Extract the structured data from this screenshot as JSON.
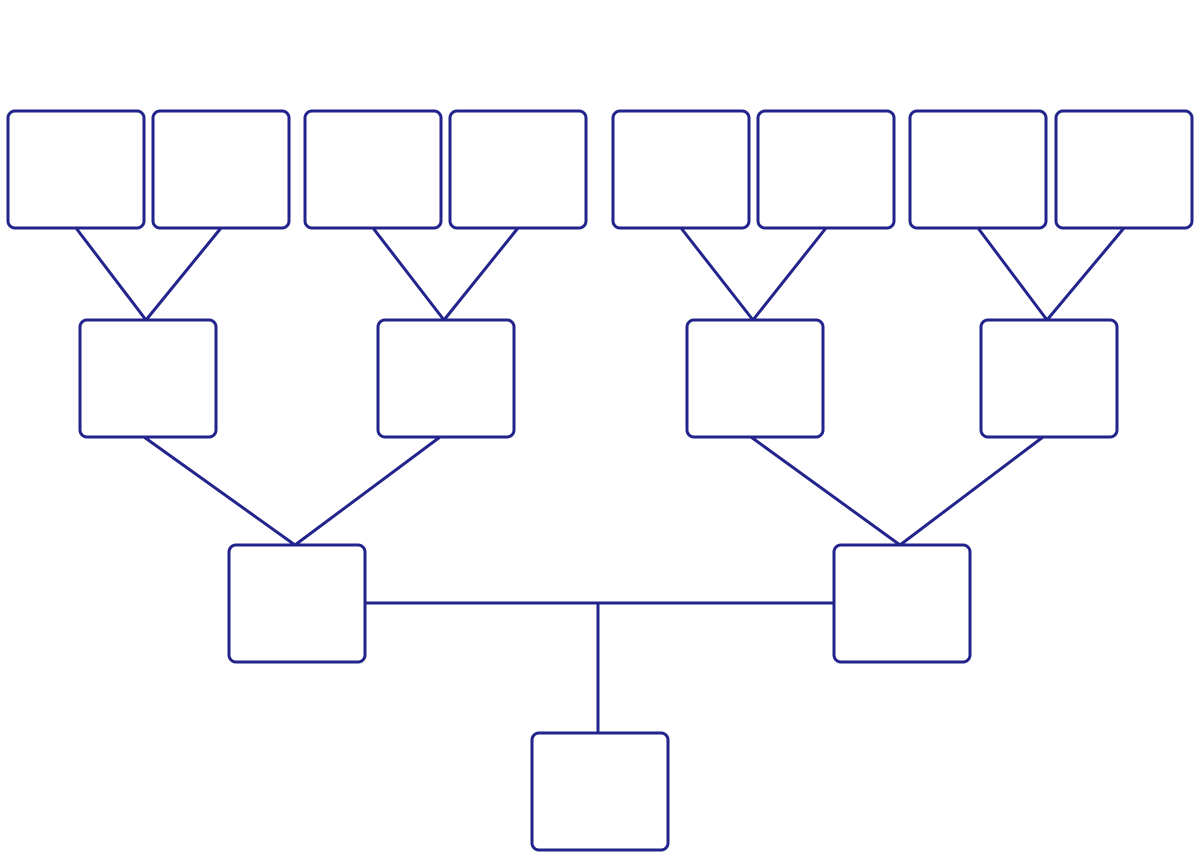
{
  "diagram": {
    "type": "family-tree-template",
    "stroke_color": "#23238c",
    "background_color": "#ffffff",
    "generations": [
      {
        "level": "self",
        "box_count": 1,
        "labels": [
          ""
        ]
      },
      {
        "level": "parents",
        "box_count": 2,
        "labels": [
          "",
          ""
        ]
      },
      {
        "level": "grandparents",
        "box_count": 4,
        "labels": [
          "",
          "",
          "",
          ""
        ]
      },
      {
        "level": "great-grandparents",
        "box_count": 8,
        "labels": [
          "",
          "",
          "",
          "",
          "",
          "",
          "",
          ""
        ]
      }
    ]
  }
}
